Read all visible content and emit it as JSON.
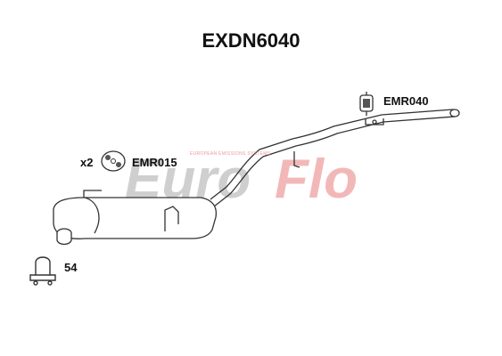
{
  "title": "EXDN6040",
  "watermark": {
    "text_euro": "Euro",
    "text_flo": "Flo",
    "tagline": "EUROPEAN EMISSIONS SYSTEMS",
    "color_grey": "#cfcfcf",
    "color_red": "#f2b8b8"
  },
  "parts": {
    "mount_rear": {
      "label": "EMR040",
      "icon": "rubber-mount-icon"
    },
    "mount_front": {
      "qty": "x2",
      "label": "EMR015",
      "icon": "hanger-rubber-icon"
    },
    "clamp": {
      "label": "54",
      "icon": "u-clamp-icon"
    }
  },
  "colors": {
    "line": "#333333",
    "background": "#ffffff"
  }
}
